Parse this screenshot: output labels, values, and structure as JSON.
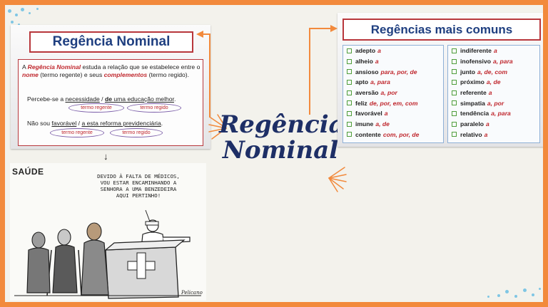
{
  "left_card": {
    "title": "Regência Nominal",
    "definition": {
      "p1": "A ",
      "term": "Regência Nominal",
      "p2": " estuda a relação que se estabelece entre o ",
      "nome": "nome",
      "p3": " (termo regente) e seus ",
      "complementos": "complementos",
      "p4": " (termo regido)."
    },
    "example1": {
      "start": "Percebe-se a ",
      "regente_word": "necessidade",
      "sep": " / ",
      "prep": "de",
      "regido_words": " uma educação melhor",
      "end": ".",
      "label_regente": "termo regente",
      "label_regido": "termo regido"
    },
    "example2": {
      "start": "Não sou ",
      "regente_word": "favorável",
      "sep": " / ",
      "regido_words": "a esta reforma previdenciária",
      "end": ".",
      "label_regente": "termo regente",
      "label_regido": "termo regido"
    }
  },
  "arrow_down": "↓",
  "cartoon": {
    "label": "SAÚDE",
    "speech": "DEVIDO À FALTA DE MÉDICOS, VOU ESTAR ENCAMINHANDO A SENHORA A UMA BENZEDEIRA AQUI PERTINHO!",
    "signature": "Pelicano"
  },
  "center_title": {
    "line1": "Regência",
    "line2": "Nominal"
  },
  "right_card": {
    "title": "Regências mais comuns",
    "col1": [
      {
        "word": "adepto",
        "prep": "a"
      },
      {
        "word": "alheio",
        "prep": "a"
      },
      {
        "word": "ansioso",
        "prep": "para, por, de"
      },
      {
        "word": "apto",
        "prep": "a, para"
      },
      {
        "word": "aversão",
        "prep": "a, por"
      },
      {
        "word": "feliz",
        "prep": "de, por, em, com"
      },
      {
        "word": "favorável",
        "prep": "a"
      },
      {
        "word": "imune",
        "prep": "a, de"
      },
      {
        "word": "contente",
        "prep": "com, por, de"
      }
    ],
    "col2": [
      {
        "word": "indiferente",
        "prep": "a"
      },
      {
        "word": "inofensivo",
        "prep": "a, para"
      },
      {
        "word": "junto",
        "prep": "a, de, com"
      },
      {
        "word": "próximo",
        "prep": "a, de"
      },
      {
        "word": "referente",
        "prep": "a"
      },
      {
        "word": "simpatia",
        "prep": "a, por"
      },
      {
        "word": "tendência",
        "prep": "a, para"
      },
      {
        "word": "paralelo",
        "prep": "a"
      },
      {
        "word": "relativo",
        "prep": "a"
      }
    ]
  },
  "colors": {
    "frame": "#f28a3c",
    "title_blue": "#1f3f80",
    "accent_red": "#c0282e",
    "checkbox_green": "#4f9d3a",
    "dots_blue": "#7fc6e4"
  }
}
